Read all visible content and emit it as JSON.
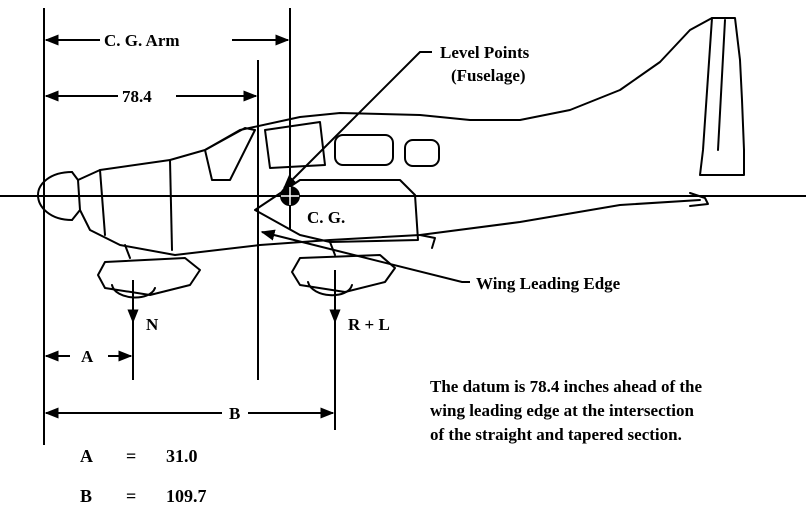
{
  "labels": {
    "cg_arm": "C. G. Arm",
    "arm_value": "78.4",
    "level_points_line1": "Level Points",
    "level_points_line2": "(Fuselage)",
    "cg": "C. G.",
    "wing_leading_edge": "Wing Leading Edge",
    "nose_gear": "N",
    "main_gear": "R + L",
    "dim_a": "A",
    "dim_b": "B"
  },
  "note": {
    "line1": "The datum is 78.4 inches ahead of the",
    "line2": "wing leading edge at the intersection",
    "line3": "of the straight and tapered section."
  },
  "values": [
    {
      "name": "A",
      "eq": "=",
      "value": "31.0"
    },
    {
      "name": "B",
      "eq": "=",
      "value": "109.7"
    }
  ]
}
